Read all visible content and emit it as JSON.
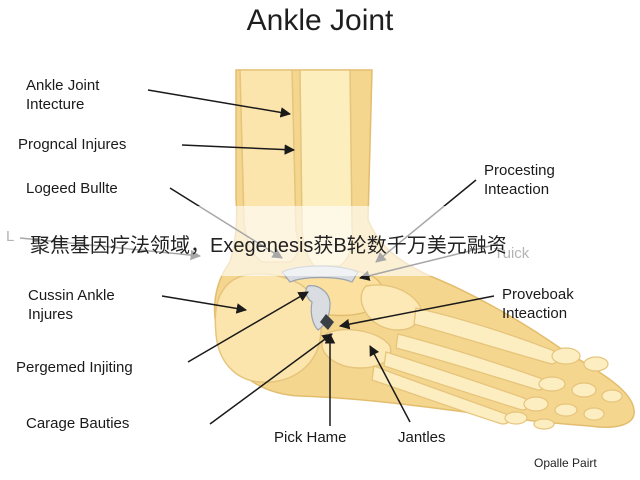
{
  "title": "Ankle Joint",
  "labels": {
    "ankle_joint_intecture": "Ankle Joint\nIntecture",
    "prognical_injures": "Progncal Injures",
    "logeed_bullte": "Logeed Bullte",
    "cussin_ankle_injures": "Cussin Ankle\nInjures",
    "pergemed_injiting": "Pergemed Injiting",
    "carage_bauties": "Carage Bauties",
    "pick_hame": "Pick Hame",
    "jantles": "Jantles",
    "procesting_inteaction": "Procesting\nInteaction",
    "proveboak_inteaction": "Proveboak\nInteaction",
    "tuick": "Tuick",
    "left_partial": "L"
  },
  "watermark": "Opalle Pairt",
  "banner": "聚焦基因疗法领域，Exegenesis获B轮数千万美元融资",
  "colors": {
    "bone": "#fbe3a8",
    "bone_outline": "#e8c57e",
    "skin": "#f2d489",
    "cartilage": "#d9dde2",
    "leader": "#1a1a1a"
  }
}
